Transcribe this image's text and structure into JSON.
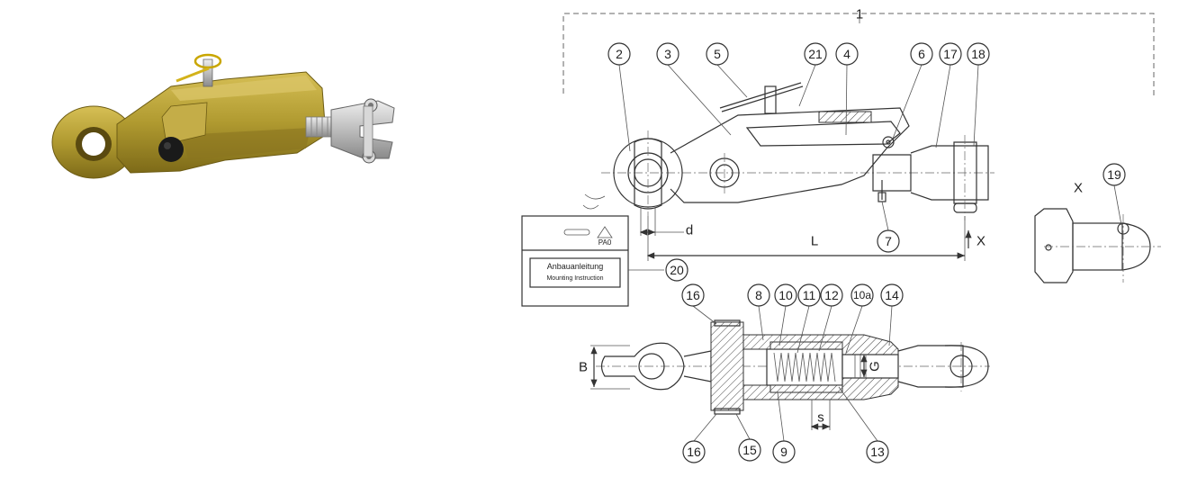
{
  "photo": {
    "subject": "yellow stabilizer arm with clevis",
    "colors": {
      "body": "#b09a30",
      "body_light": "#cdb54a",
      "body_dark": "#7d6a18",
      "steel": "#c8c8c8",
      "knob": "#1a1a1a"
    }
  },
  "callouts": {
    "c1": "1",
    "c2": "2",
    "c3": "3",
    "c4": "4",
    "c5": "5",
    "c6": "6",
    "c7": "7",
    "c8": "8",
    "c9": "9",
    "c10": "10",
    "c10a": "10a",
    "c11": "11",
    "c12": "12",
    "c13": "13",
    "c14": "14",
    "c15": "15",
    "c16a": "16",
    "c16b": "16",
    "c17": "17",
    "c18": "18",
    "c19": "19",
    "c20": "20",
    "c21": "21"
  },
  "dimensions": {
    "d": "d",
    "L": "L",
    "X_arrow": "X",
    "X_view": "X",
    "B": "B",
    "G": "G",
    "s": "s"
  },
  "manual_box": {
    "line1": "Anbauanleitung",
    "line2": "Mounting Instruction"
  },
  "bag_label": "PA0"
}
